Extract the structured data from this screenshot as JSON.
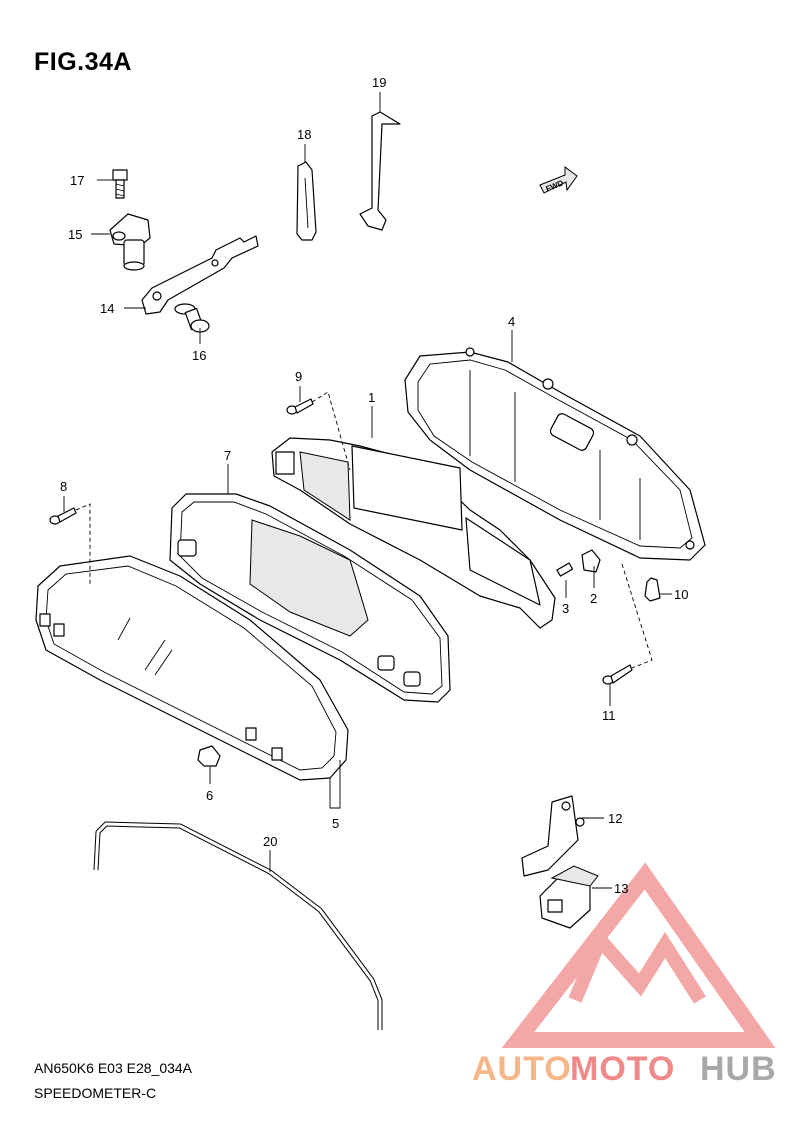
{
  "figure": {
    "title": "FIG.34A",
    "code": "AN650K6 E03 E28_034A",
    "name": "SPEEDOMETER-C",
    "fwd_label": "FWD"
  },
  "callouts": {
    "p1": "1",
    "p2": "2",
    "p3": "3",
    "p4": "4",
    "p5": "5",
    "p6": "6",
    "p7": "7",
    "p8": "8",
    "p9": "9",
    "p10": "10",
    "p11": "11",
    "p12": "12",
    "p13": "13",
    "p14": "14",
    "p15": "15",
    "p16": "16",
    "p17": "17",
    "p18": "18",
    "p19": "19",
    "p20": "20"
  },
  "watermark": {
    "part_a": "AUTO",
    "part_b": "MOTO",
    "part_c": "HUB",
    "colors": {
      "orange": "#f5b68a",
      "red": "#f08a8a",
      "gray": "#a8a8a8"
    }
  }
}
